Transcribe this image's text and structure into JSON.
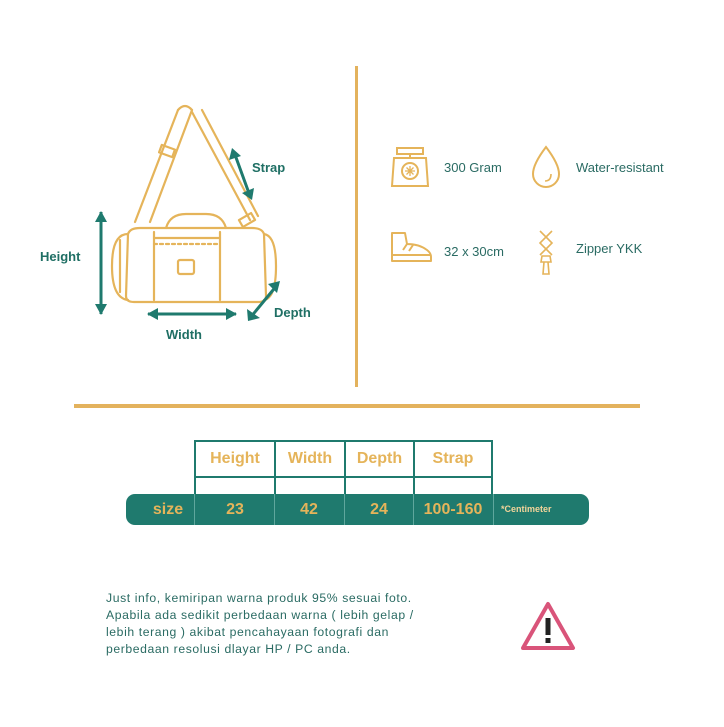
{
  "diagram": {
    "strap_label": "Strap",
    "height_label": "Height",
    "depth_label": "Depth",
    "width_label": "Width",
    "bag_icon": "duffel-bag-icon"
  },
  "features": [
    {
      "icon": "scale-icon",
      "text": "300 Gram"
    },
    {
      "icon": "water-drop-icon",
      "text": "Water-resistant"
    },
    {
      "icon": "shoe-icon",
      "text": "32 x 30cm"
    },
    {
      "icon": "zipper-icon",
      "text": "Zipper YKK"
    }
  ],
  "size_table": {
    "headers": [
      "Height",
      "Width",
      "Depth",
      "Strap"
    ],
    "row_label": "size",
    "values": [
      "23",
      "42",
      "24",
      "100-160"
    ],
    "unit_note": "*Centimeter"
  },
  "note": {
    "lines": [
      "Just info, kemiripan warna produk 95% sesuai foto.",
      "Apabila ada sedikit perbedaan warna ( lebih gelap /",
      "lebih terang ) akibat pencahayaan fotografi dan",
      "perbedaan resolusi dlayar HP / PC anda."
    ]
  },
  "warning_icon": "warning-triangle-icon",
  "colors": {
    "teal": "#1f7a6e",
    "gold": "#e5b45a",
    "warning": "#d9547a"
  }
}
